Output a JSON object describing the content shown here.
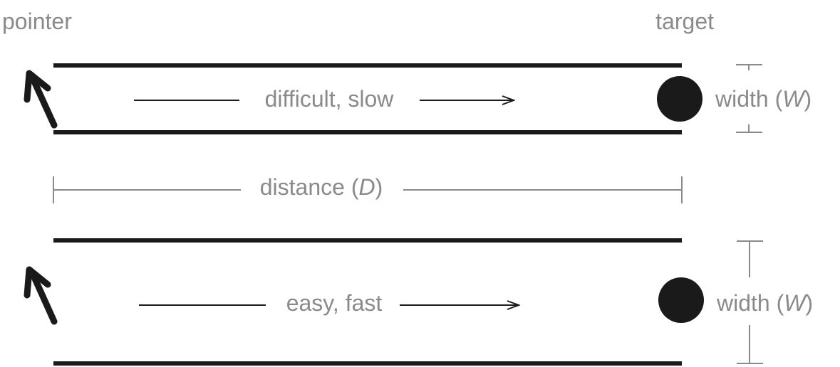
{
  "labels": {
    "pointer": "pointer",
    "target": "target"
  },
  "difficult_row": {
    "label": "difficult, slow",
    "width_label_prefix": "width (",
    "width_label_var": "W",
    "width_label_suffix": ")"
  },
  "distance": {
    "label_prefix": "distance (",
    "label_var": "D",
    "label_suffix": ")"
  },
  "easy_row": {
    "label": "easy, fast",
    "width_label_prefix": "width (",
    "width_label_var": "W",
    "width_label_suffix": ")"
  },
  "colors": {
    "lines": "#1a1a1a",
    "labels": "#8a8a8a",
    "dimension_lines": "#8a8a8a",
    "target": "#1a1a1a"
  }
}
